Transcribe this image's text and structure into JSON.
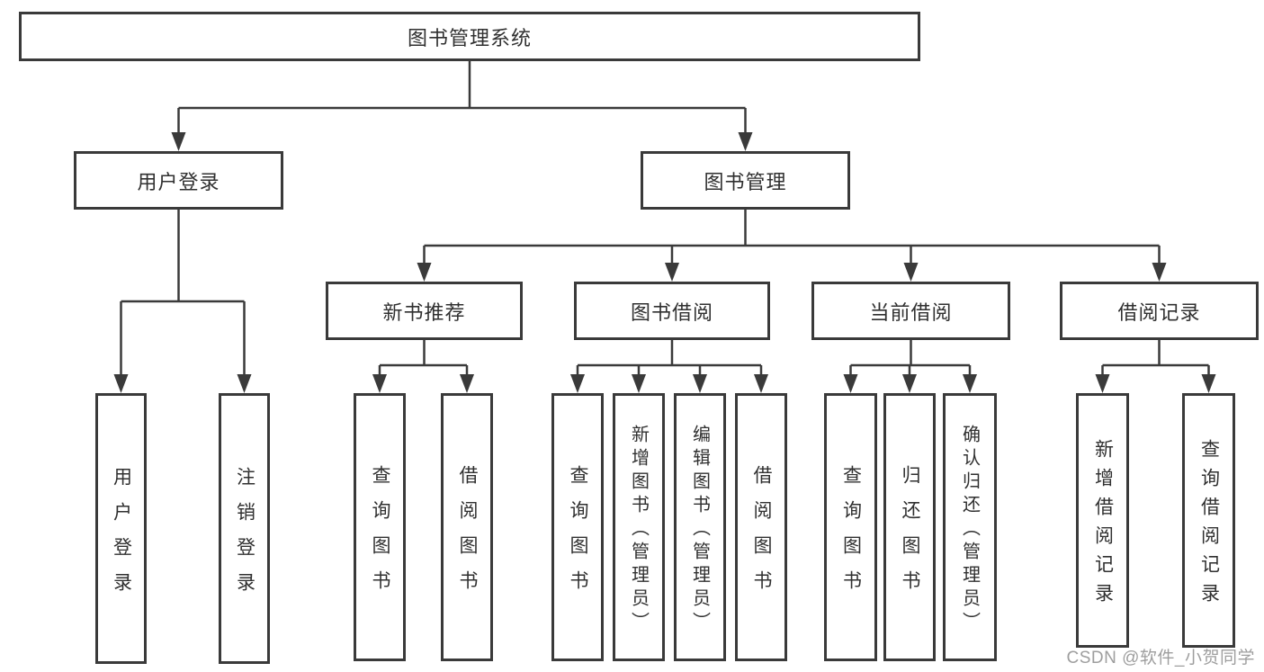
{
  "tree": {
    "root": {
      "label": "图书管理系统",
      "children": [
        {
          "label": "用户登录",
          "children": [
            {
              "label": "用户登录"
            },
            {
              "label": "注销登录"
            }
          ]
        },
        {
          "label": "图书管理",
          "children": [
            {
              "label": "新书推荐",
              "children": [
                {
                  "label": "查询图书"
                },
                {
                  "label": "借阅图书"
                }
              ]
            },
            {
              "label": "图书借阅",
              "children": [
                {
                  "label": "查询图书"
                },
                {
                  "label": "新增图书（管理员）"
                },
                {
                  "label": "编辑图书（管理员）"
                },
                {
                  "label": "借阅图书"
                }
              ]
            },
            {
              "label": "当前借阅",
              "children": [
                {
                  "label": "查询图书"
                },
                {
                  "label": "归还图书"
                },
                {
                  "label": "确认归还（管理员）"
                }
              ]
            },
            {
              "label": "借阅记录",
              "children": [
                {
                  "label": "新增借阅记录"
                },
                {
                  "label": "查询借阅记录"
                }
              ]
            }
          ]
        }
      ]
    }
  },
  "watermark": {
    "text": "CSDN @软件_小贺同学"
  },
  "colors": {
    "line": "#3a3a3a",
    "text": "#303030",
    "background": "#ffffff",
    "watermark": "#9e9e9e"
  }
}
